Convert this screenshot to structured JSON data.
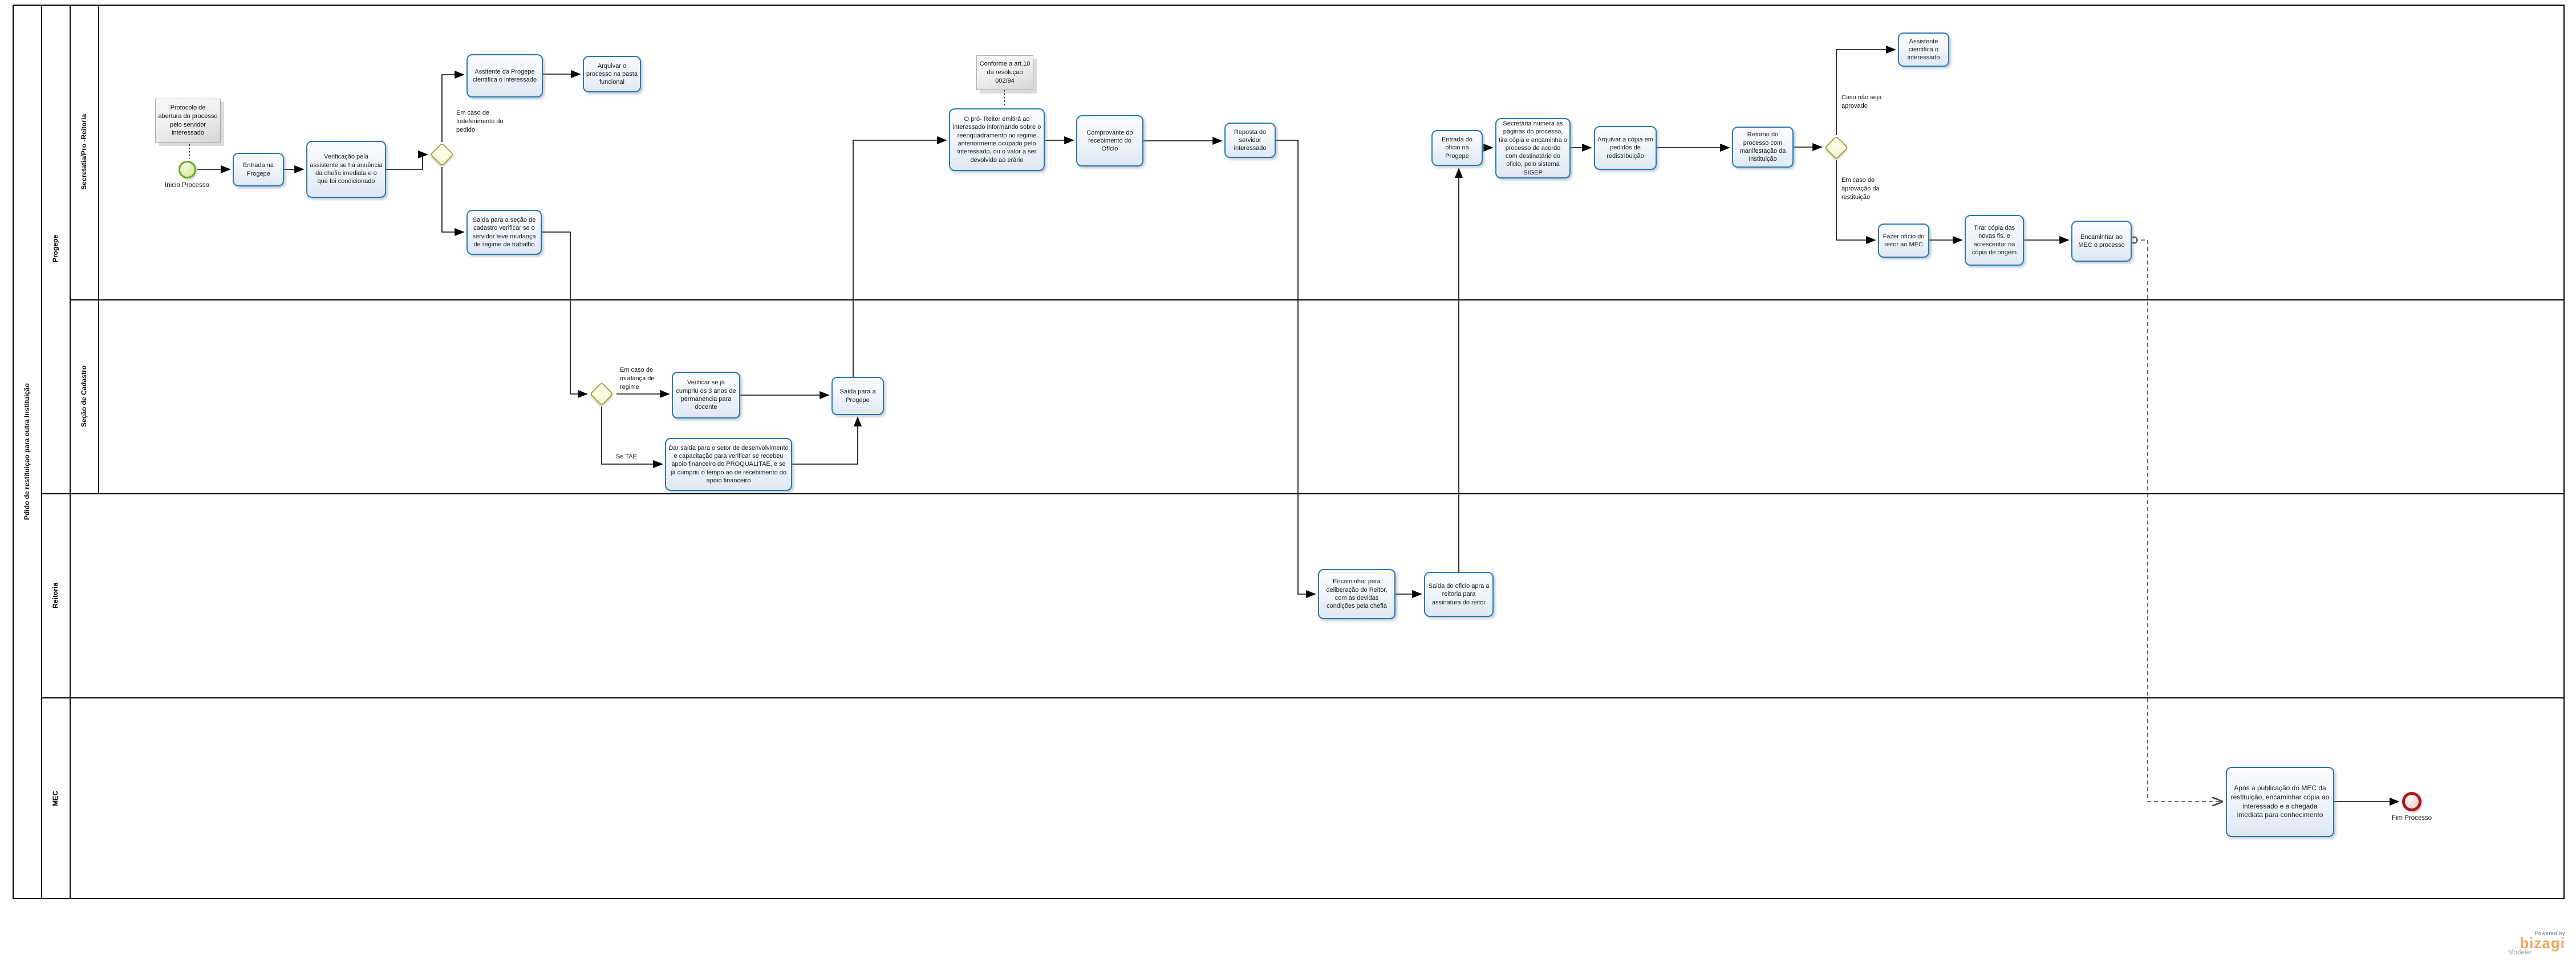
{
  "pool": {
    "label": "Pdido de restituiçao para outra Instituição"
  },
  "lanes": {
    "progepe": "Progepe",
    "secretaria": "Secretatia/Pro -Reitoria",
    "cadastro": "Seção de Cadastro",
    "reitoria": "Reitoria",
    "mec": "MEC"
  },
  "nodes": {
    "start": "Inicio Processo",
    "note_protocolo": "Protocolo de abertura do processo pelo servidor interessado",
    "entrada_progepe": "Entrada na Progepe",
    "verificacao": "Verificação pela assistente se há anuência da chefia imediata e o que foi condicionado",
    "assitente_cientifica": "Assitente da Progepe cientifica o interessado",
    "arquivar_pasta": "Arquivar o processo na pasta funcional",
    "saida_cadastro": "Saída para a seção de cadastro verificar se o servidor teve mudança de regime de trabalho",
    "note_conforme": "Conforme a art.10 da resoluçao 002/94",
    "pro_reitor": "O pró- Reitor emitirá ao interessado informando sobre o reenquadramento no regime anteriormente ocupado pelo interessado, ou o valor a ser devolvido ao erário",
    "comprovante": "Comprovante do recebimento do Ofício",
    "reposta": "Reposta do servidor interessado",
    "entrada_oficio": "Entrada do ofício na Progepe",
    "secretaria_numera": "Secretária numera as páginas do processo, tira cópia e encaminha o processo de acordo com destinatário do oficio, pelo sistema SIGEP",
    "arquivar_copia": "Arquivar a cópia em pedidos de redistribuição",
    "retorno_processo": "Retorno do processo com manifestação da Instituição",
    "assistente_cientifica": "Assistente cientifica o interessado",
    "fazer_oficio": "Fazer ofício do reitor ao MEC",
    "tirar_copia": "Tirar cópia das novas fis. e acrescentar na cópia de origem",
    "encaminhar_mec": "Encaminhar ao MEC o processo",
    "verificar_3anos": "Verificar se já cumpriu os 3 anos de permanencia para docente",
    "dar_saida_setor": "Dar saída para o setor de desenvolvimento e capacitação para verificar se recebeu apoio financeiro do PROQUALITAE, e se já cumpriu o tempo ao de recebimento do apoio financeiro",
    "saida_progepe": "Saída para a Progepe",
    "encaminhar_deliberacao": "Encaminhar para deliberação do Reitor, com as devidas condições pela chefia",
    "saida_oficio_reitoria": "Saída do oficio apra a reitoria para assinatura do reitor",
    "apos_publicacao": "Após a publicação do MEC da restituição, encaminhar cópia ao interessado e a chegada imediata para conhecimento",
    "fim": "Fim Processo"
  },
  "edge_labels": {
    "indeferimento": "Em caso de Indeferimento do pedido",
    "mudanca_regime": "Em caso de mudança de regime",
    "se_tae": "Se TAE",
    "nao_aprovado": "Caso não seja aprovado",
    "aprovacao": "Em caso de aprovação da restituição"
  },
  "branding": {
    "powered_by": "Powered by",
    "name": "bizagi",
    "product": "Modeler"
  },
  "colors": {
    "task_border": "#2779AE",
    "gateway_border": "#A2A23E",
    "start_border": "#6CA829",
    "end_border": "#A21C1C",
    "brand_orange": "#F2A45F"
  }
}
